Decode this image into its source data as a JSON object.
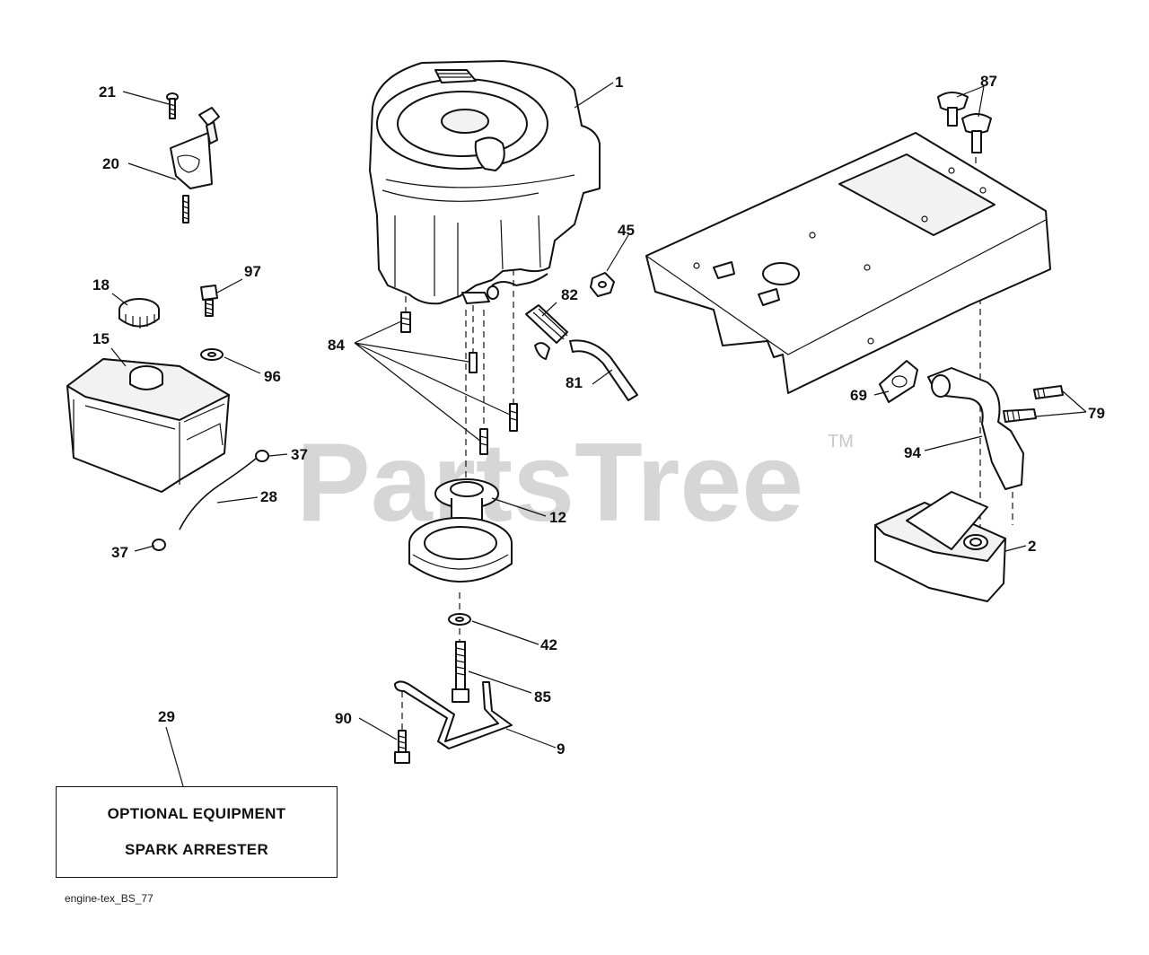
{
  "watermark": "PartsTree",
  "trademark": "TM",
  "callouts": [
    {
      "id": "c1",
      "text": "1"
    },
    {
      "id": "c2",
      "text": "2"
    },
    {
      "id": "c9",
      "text": "9"
    },
    {
      "id": "c12",
      "text": "12"
    },
    {
      "id": "c15",
      "text": "15"
    },
    {
      "id": "c18",
      "text": "18"
    },
    {
      "id": "c20",
      "text": "20"
    },
    {
      "id": "c21",
      "text": "21"
    },
    {
      "id": "c28",
      "text": "28"
    },
    {
      "id": "c29",
      "text": "29"
    },
    {
      "id": "c37a",
      "text": "37"
    },
    {
      "id": "c37b",
      "text": "37"
    },
    {
      "id": "c42",
      "text": "42"
    },
    {
      "id": "c45",
      "text": "45"
    },
    {
      "id": "c69",
      "text": "69"
    },
    {
      "id": "c79",
      "text": "79"
    },
    {
      "id": "c81",
      "text": "81"
    },
    {
      "id": "c82",
      "text": "82"
    },
    {
      "id": "c84",
      "text": "84"
    },
    {
      "id": "c85",
      "text": "85"
    },
    {
      "id": "c87",
      "text": "87"
    },
    {
      "id": "c90",
      "text": "90"
    },
    {
      "id": "c94",
      "text": "94"
    },
    {
      "id": "c96",
      "text": "96"
    },
    {
      "id": "c97",
      "text": "97"
    }
  ],
  "optional_box": {
    "line1": "OPTIONAL EQUIPMENT",
    "line2": "SPARK ARRESTER"
  },
  "footer_code": "engine-tex_BS_77"
}
